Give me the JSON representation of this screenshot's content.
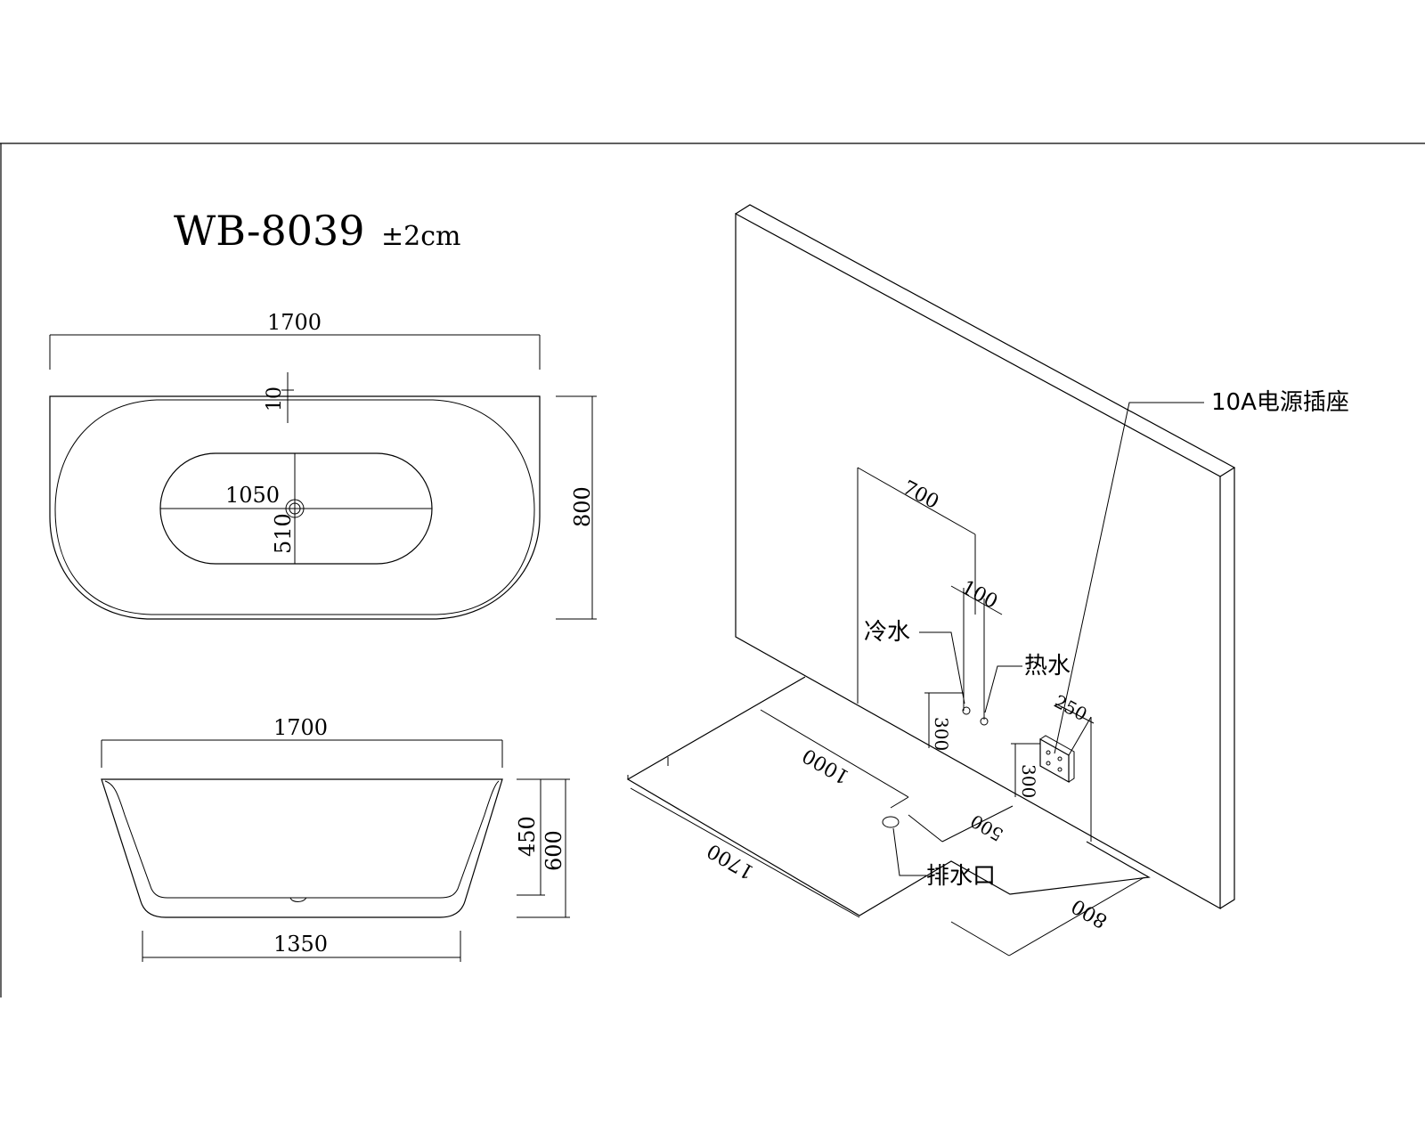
{
  "title": {
    "model": "WB-8039",
    "tolerance": "±2cm"
  },
  "top_view": {
    "length": "1700",
    "width": "800",
    "rim_offset": "10",
    "inner_length": "1050",
    "inner_width": "510"
  },
  "side_view": {
    "length_top": "1700",
    "length_bottom": "1350",
    "inner_height": "450",
    "height": "600"
  },
  "install_view": {
    "wall_dim_700": "700",
    "wall_dim_100": "100",
    "cold_water": "冷水",
    "hot_water": "热水",
    "socket": "10A电源插座",
    "dim_250": "250",
    "dim_300_pipe": "300",
    "dim_300_socket": "300",
    "dim_1000": "1000",
    "dim_500": "500",
    "dim_1700": "1700",
    "dim_800": "800",
    "drain": "排水口"
  }
}
